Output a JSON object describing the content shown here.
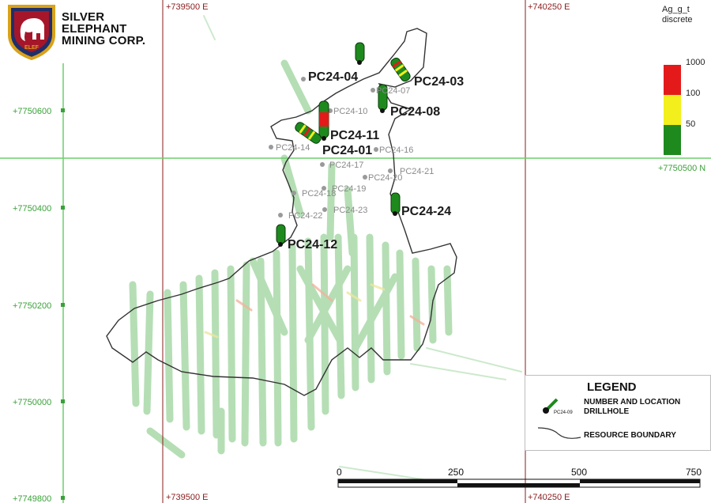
{
  "company": {
    "name_line1": "SILVER",
    "name_line2": "ELEPHANT",
    "name_line3": "MINING CORP.",
    "badge_text": "ELEF"
  },
  "color_scale": {
    "title_line1": "Ag_g_t",
    "title_line2": "discrete",
    "ticks": [
      "1000",
      "100",
      "50"
    ],
    "colors": {
      "high": "#e41a1a",
      "mid": "#f2ef1c",
      "low": "#1e8a1e"
    }
  },
  "grid": {
    "easting_top": [
      "+739500 E",
      "+740250 E"
    ],
    "easting_bottom": [
      "+739500 E",
      "+740250 E"
    ],
    "northing": [
      "+7750600",
      "+7750400",
      "+7750200",
      "+7750000",
      "+7749800"
    ],
    "northing_right": "+7750500 N"
  },
  "drillholes_labeled": [
    "PC24-04",
    "PC24-03",
    "PC24-08",
    "PC24-11",
    "PC24-01",
    "PC24-24",
    "PC24-12"
  ],
  "drillholes_faint": [
    "PC24-07",
    "PC24-10",
    "PC24-14",
    "PC24-16",
    "PC24-17",
    "PC24-21",
    "PC24-20",
    "PC24-19",
    "PC24-18",
    "PC24-23",
    "PC24-22"
  ],
  "legend": {
    "title": "LEGEND",
    "item1_line1": "NUMBER AND LOCATION",
    "item1_line2": "DRILLHOLE",
    "item1_sample": "PC24-09",
    "item2": "RESOURCE BOUNDARY"
  },
  "scale_bar": {
    "labels": [
      "0",
      "250",
      "500",
      "750"
    ]
  },
  "colors": {
    "grid_red": "#8a1c1c",
    "grid_green": "#6ccf6c",
    "boundary": "#333333"
  }
}
